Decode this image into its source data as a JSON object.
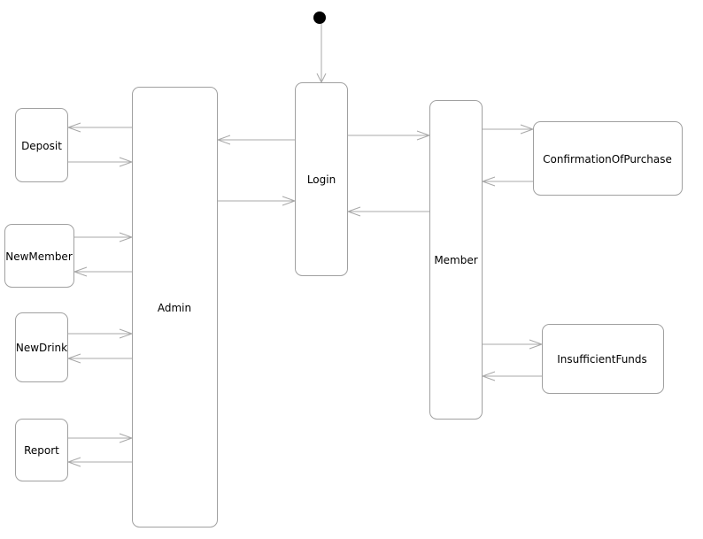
{
  "states": {
    "login": "Login",
    "admin": "Admin",
    "member": "Member",
    "deposit": "Deposit",
    "new_member": "NewMember",
    "new_drink": "NewDrink",
    "report": "Report",
    "confirmation_of_purchase": "ConfirmationOfPurchase",
    "insufficient_funds": "InsufficientFunds"
  },
  "colors": {
    "state_border": "#a0a0a0",
    "edge": "#a8a8a8",
    "start_node": "#000000"
  }
}
